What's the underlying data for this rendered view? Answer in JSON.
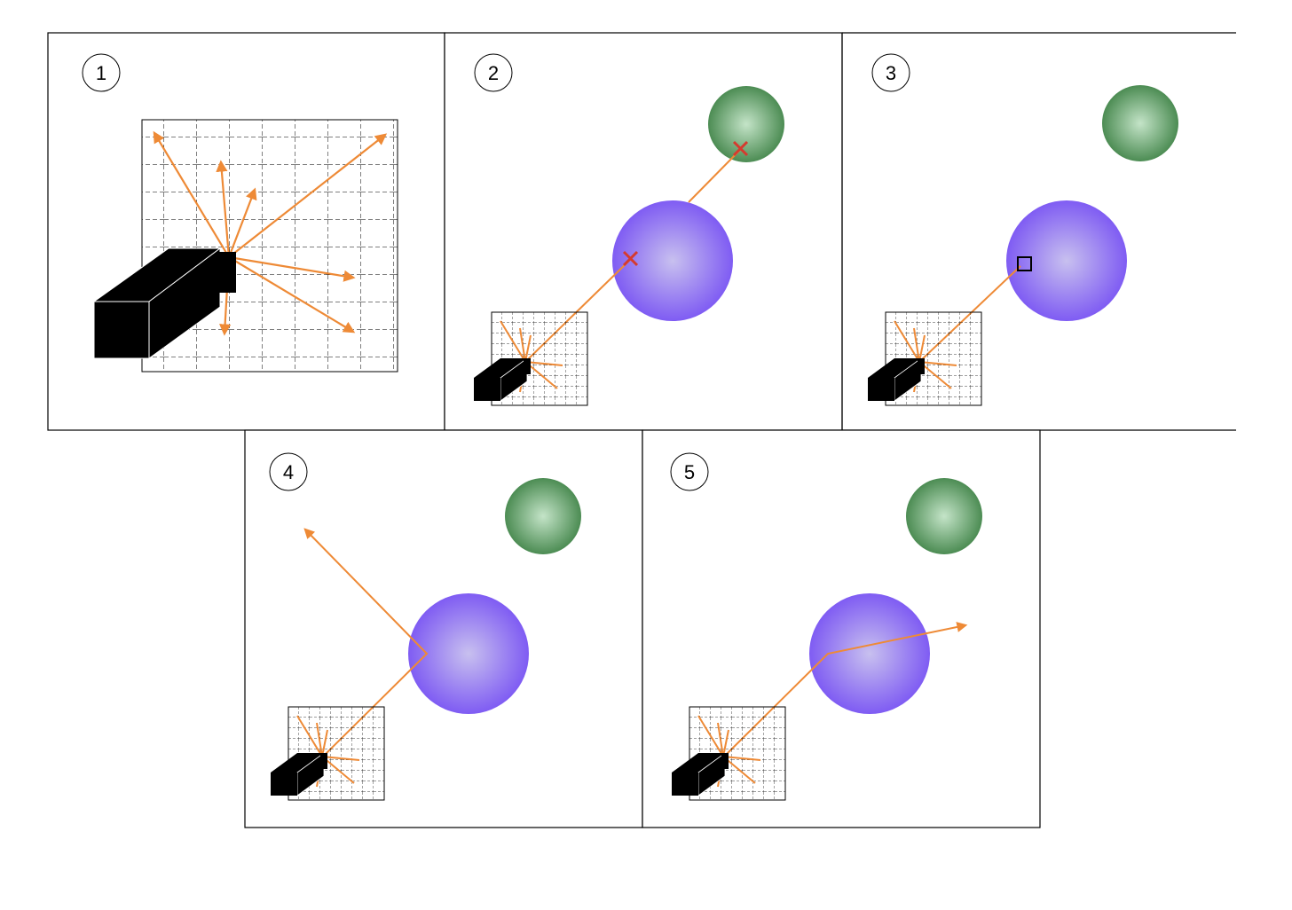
{
  "panels": [
    {
      "step": "1",
      "content": "camera-rays"
    },
    {
      "step": "2",
      "content": "ray-intersections"
    },
    {
      "step": "3",
      "content": "closest-hit"
    },
    {
      "step": "4",
      "content": "reflection"
    },
    {
      "step": "5",
      "content": "refraction"
    }
  ],
  "colors": {
    "ray": "#EE8A36",
    "intersection_marker": "#D63A2E",
    "sphere_near": "#8A6DF2",
    "sphere_far": "#4E8E55",
    "camera": "#000000",
    "frame": "#000000"
  },
  "icons": [
    "camera-icon",
    "image-plane-grid",
    "sphere",
    "ray-arrow",
    "hit-marker-x",
    "hit-marker-square"
  ]
}
